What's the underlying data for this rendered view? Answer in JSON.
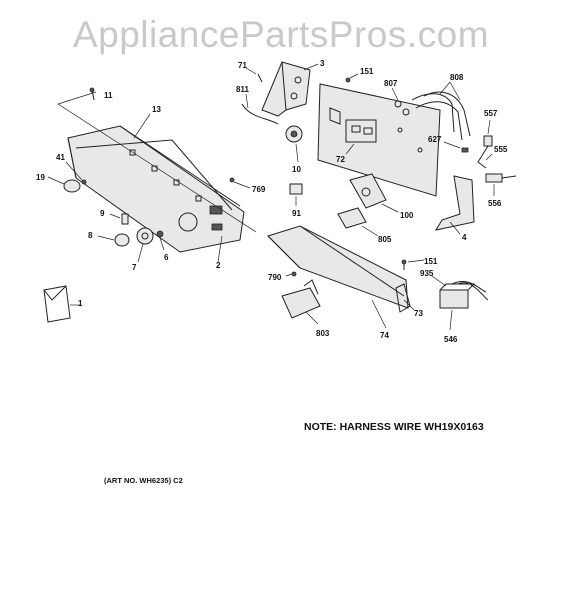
{
  "watermark": "AppliancePartsPros.com",
  "note": "NOTE: HARNESS WIRE WH19X0163",
  "art_number": "(ART NO. WH6235) C2",
  "labels": {
    "l71": "71",
    "l3": "3",
    "l151a": "151",
    "l807": "807",
    "l808": "808",
    "l811": "811",
    "l11": "11",
    "l13": "13",
    "l557": "557",
    "l627": "627",
    "l555": "555",
    "l41": "41",
    "l19": "19",
    "l72": "72",
    "l10": "10",
    "l769": "769",
    "l556": "556",
    "l9": "9",
    "l91": "91",
    "l100": "100",
    "l8": "8",
    "l6": "6",
    "l7": "7",
    "l805": "805",
    "l4": "4",
    "l2": "2",
    "l151b": "151",
    "l935": "935",
    "l790": "790",
    "l1": "1",
    "l73": "73",
    "l803": "803",
    "l74": "74",
    "l546": "546"
  }
}
